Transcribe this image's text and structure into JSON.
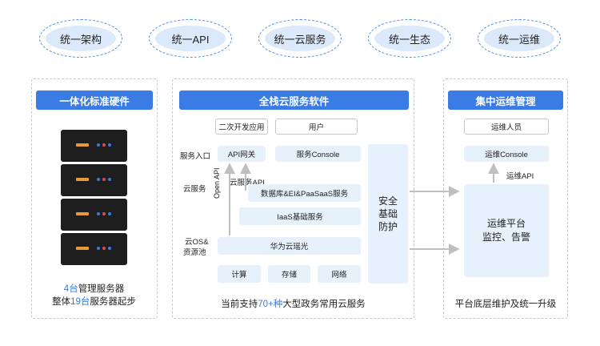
{
  "pills": [
    "统一架构",
    "统一API",
    "统一云服务",
    "统一生态",
    "统一运维"
  ],
  "hardware": {
    "title": "一体化标准硬件",
    "line1_num": "4台",
    "line1_rest": "管理服务器",
    "line2_pre": "整体",
    "line2_num": "19台",
    "line2_rest": "服务器起步"
  },
  "software": {
    "title": "全栈云服务软件",
    "secondary_dev": "二次开发应用",
    "user": "用户",
    "service_entry_label": "服务入口",
    "api_gateway": "API网关",
    "service_console": "服务Console",
    "cloud_service_label": "云服务",
    "open_api": "Open API",
    "cloud_service_api": "云服务API",
    "db_services": "数据库&EI&PaaSaaS服务",
    "iaas": "IaaS基础服务",
    "cloud_os_label1": "云OS&",
    "cloud_os_label2": "资源池",
    "huawei": "华为云瑶光",
    "compute": "计算",
    "storage": "存储",
    "network": "网络",
    "security": [
      "安全",
      "基础",
      "防护"
    ],
    "footer_pre": "当前支持",
    "footer_num": "70+种",
    "footer_rest": "大型政务常用云服务"
  },
  "ops": {
    "title": "集中运维管理",
    "staff": "运维人员",
    "console": "运维Console",
    "api": "运维API",
    "platform_line1": "运维平台",
    "platform_line2": "监控、告警",
    "footer": "平台底层维护及统一升级"
  },
  "colors": {
    "accent": "#3b7be4",
    "light_box": "#e6f1fc",
    "server_slot": "#e59a3c"
  }
}
